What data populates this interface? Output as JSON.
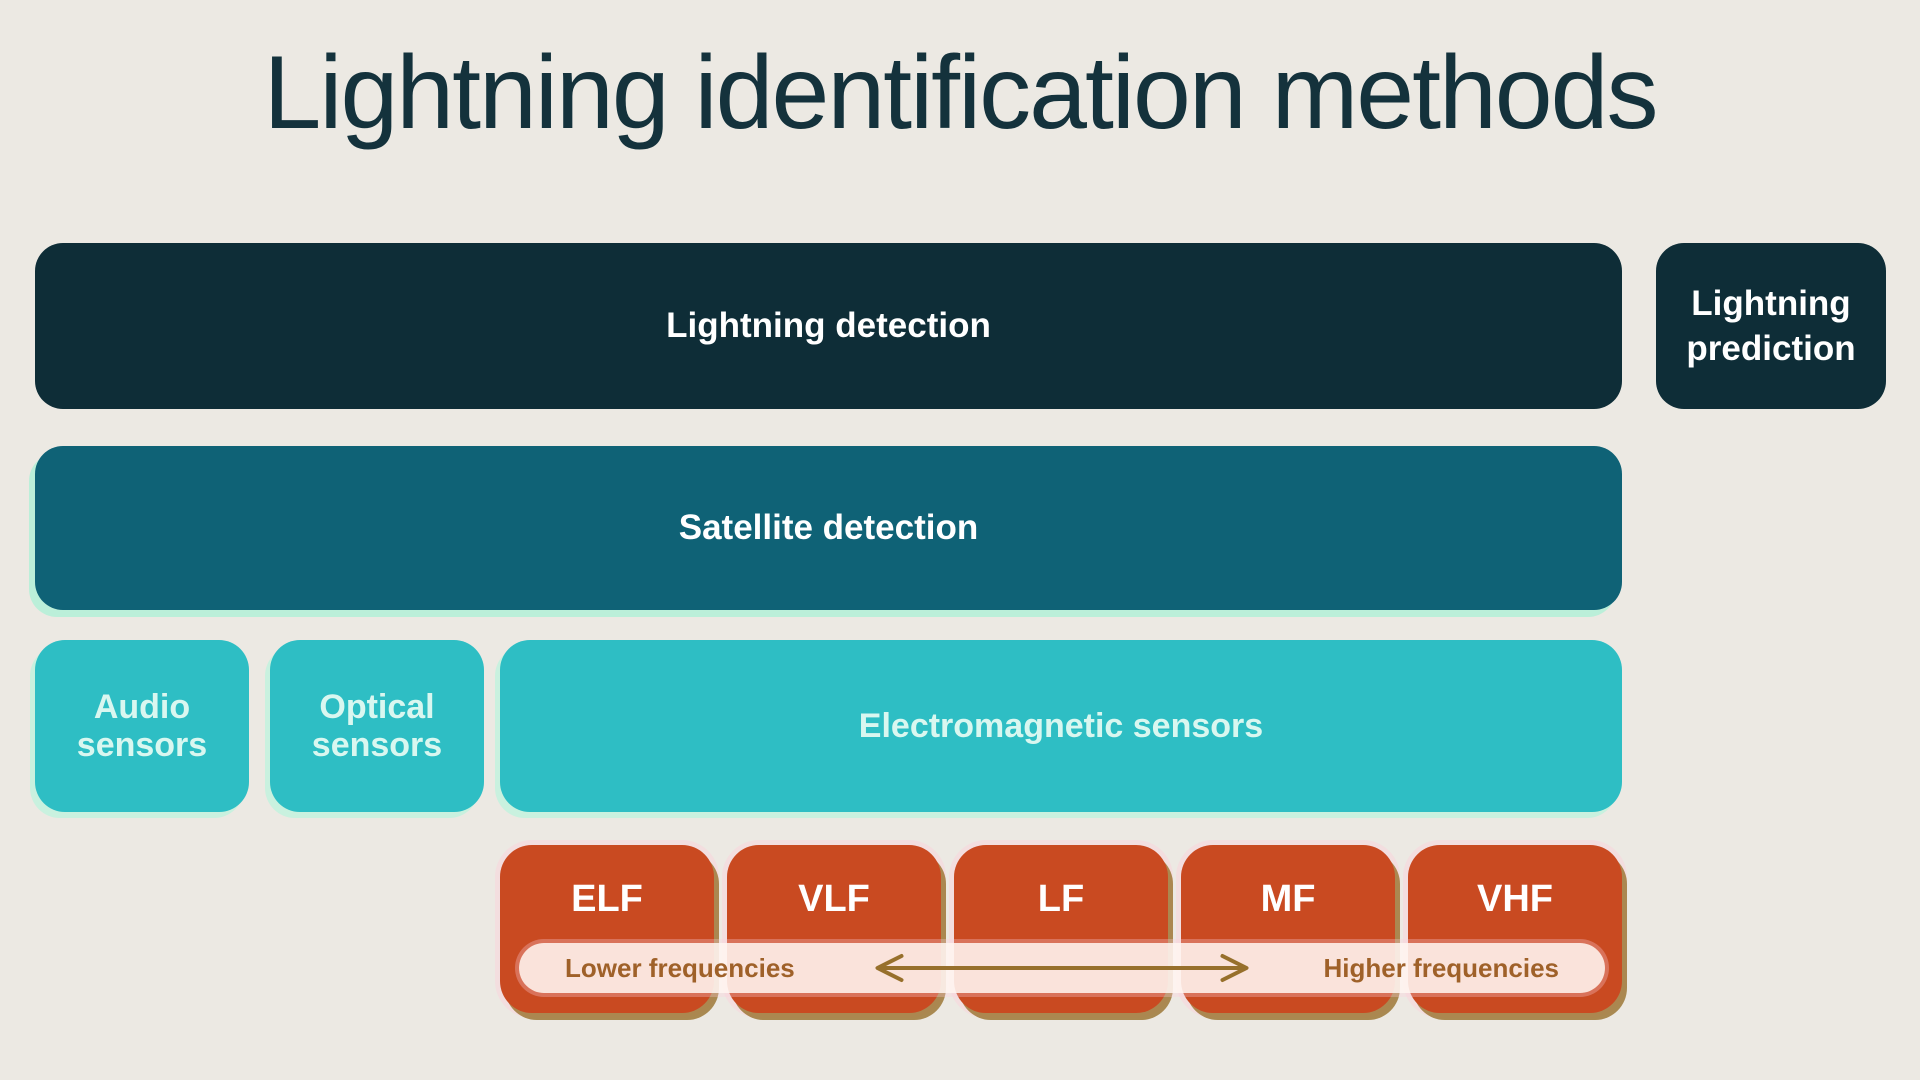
{
  "title": "Lightning identification methods",
  "diagram": {
    "row1": {
      "detection": "Lightning detection",
      "prediction": "Lightning prediction"
    },
    "row2": {
      "satellite": "Satellite detection"
    },
    "row3": {
      "audio": "Audio sensors",
      "optical": "Optical sensors",
      "electromagnetic": "Electromagnetic sensors"
    },
    "bands": [
      "ELF",
      "VLF",
      "LF",
      "MF",
      "VHF"
    ],
    "freq_scale": {
      "low": "Lower frequencies",
      "high": "Higher frequencies"
    }
  },
  "colors": {
    "background": "#ece9e3",
    "dark_teal": "#0e2d37",
    "teal": "#0f6276",
    "turquoise": "#2ebec4",
    "turquoise_text": "#d9f7f0",
    "orange": "#c94a21",
    "pill_background": "#fdf3ef",
    "pill_text": "#9f6129",
    "arrow": "#97702c",
    "title_text": "#14323c"
  }
}
